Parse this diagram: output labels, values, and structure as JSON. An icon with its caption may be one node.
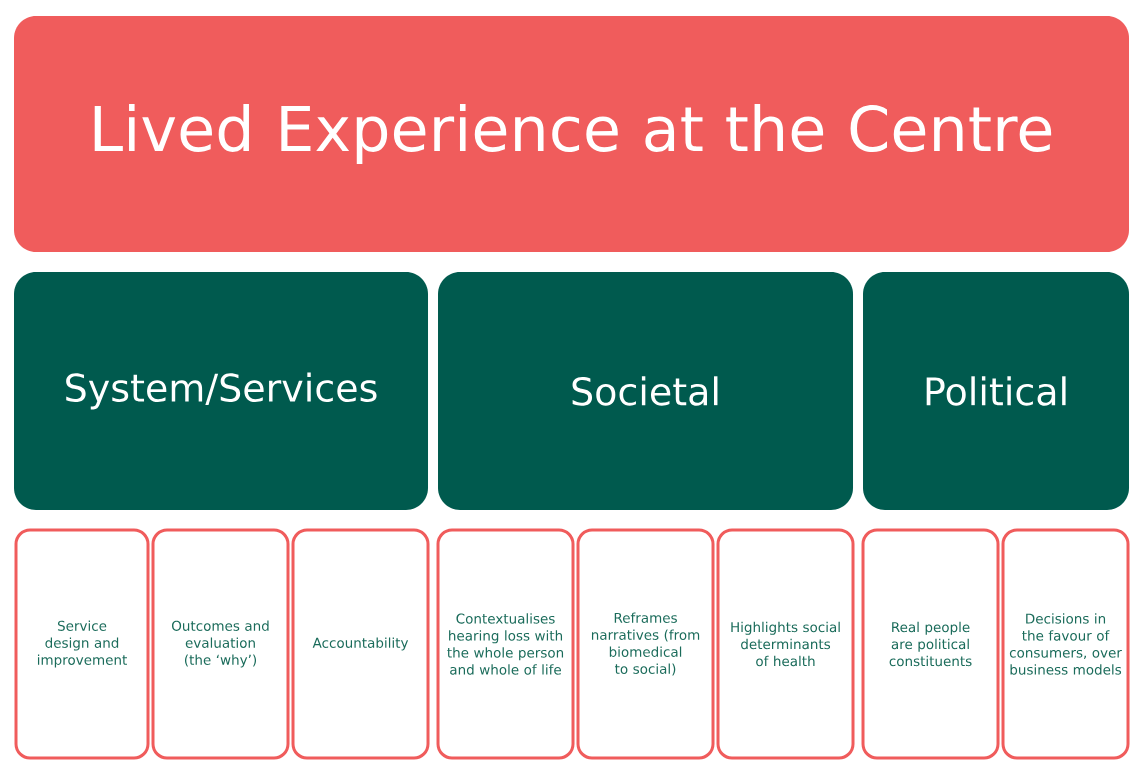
{
  "diagram": {
    "nodes": [
      {
        "text": [
          "Lived Experience at the Centre"
        ]
      },
      {
        "text": [
          "System/Services"
        ]
      },
      {
        "text": [
          "Societal"
        ]
      },
      {
        "text": [
          "Political"
        ]
      },
      {
        "text": [
          "Service design and improvement"
        ]
      },
      {
        "text": [
          "Outcomes and evaluation (the ‘why’)"
        ]
      },
      {
        "text": [
          "Accountability"
        ]
      },
      {
        "text": [
          "Contextualises hearing loss with the whole person and whole of life"
        ]
      },
      {
        "text": [
          "Reframes narratives (from biomedical to social)"
        ]
      },
      {
        "text": [
          "Highlights social determinants of health"
        ]
      },
      {
        "text": [
          "Real people are political constituents"
        ]
      },
      {
        "text": [
          "Decisions in the favour of consumers, over business models"
        ]
      }
    ]
  }
}
